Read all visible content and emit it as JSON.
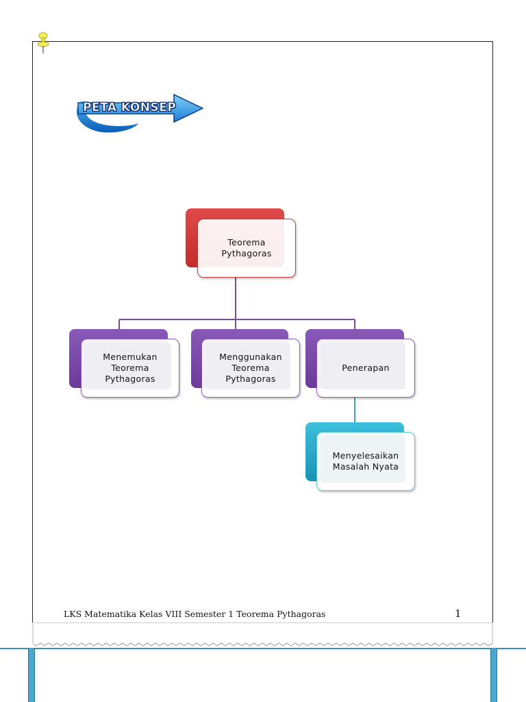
{
  "logo": {
    "text": "PETA KONSEP"
  },
  "diagram": {
    "root": {
      "label": "Teorema\nPythagoras",
      "color": "red"
    },
    "children": [
      {
        "label": "Menemukan\nTeorema\nPythagoras",
        "color": "purple"
      },
      {
        "label": "Menggunakan\nTeorema\nPythagoras",
        "color": "purple"
      },
      {
        "label": "Penerapan",
        "color": "purple"
      }
    ],
    "grandchildren": [
      {
        "label": "Menyelesaikan\nMasalah Nyata",
        "color": "teal",
        "parent": "Penerapan"
      }
    ],
    "colors": {
      "red": "#d23a3a",
      "purple": "#7a48a8",
      "teal": "#29a9c9",
      "connector_purple": "#7a4aa6",
      "connector_teal": "#35a9c8"
    }
  },
  "footer": {
    "text": "LKS Matematika Kelas VIII Semester 1 Teorema Pythagoras",
    "page_number": "1"
  }
}
